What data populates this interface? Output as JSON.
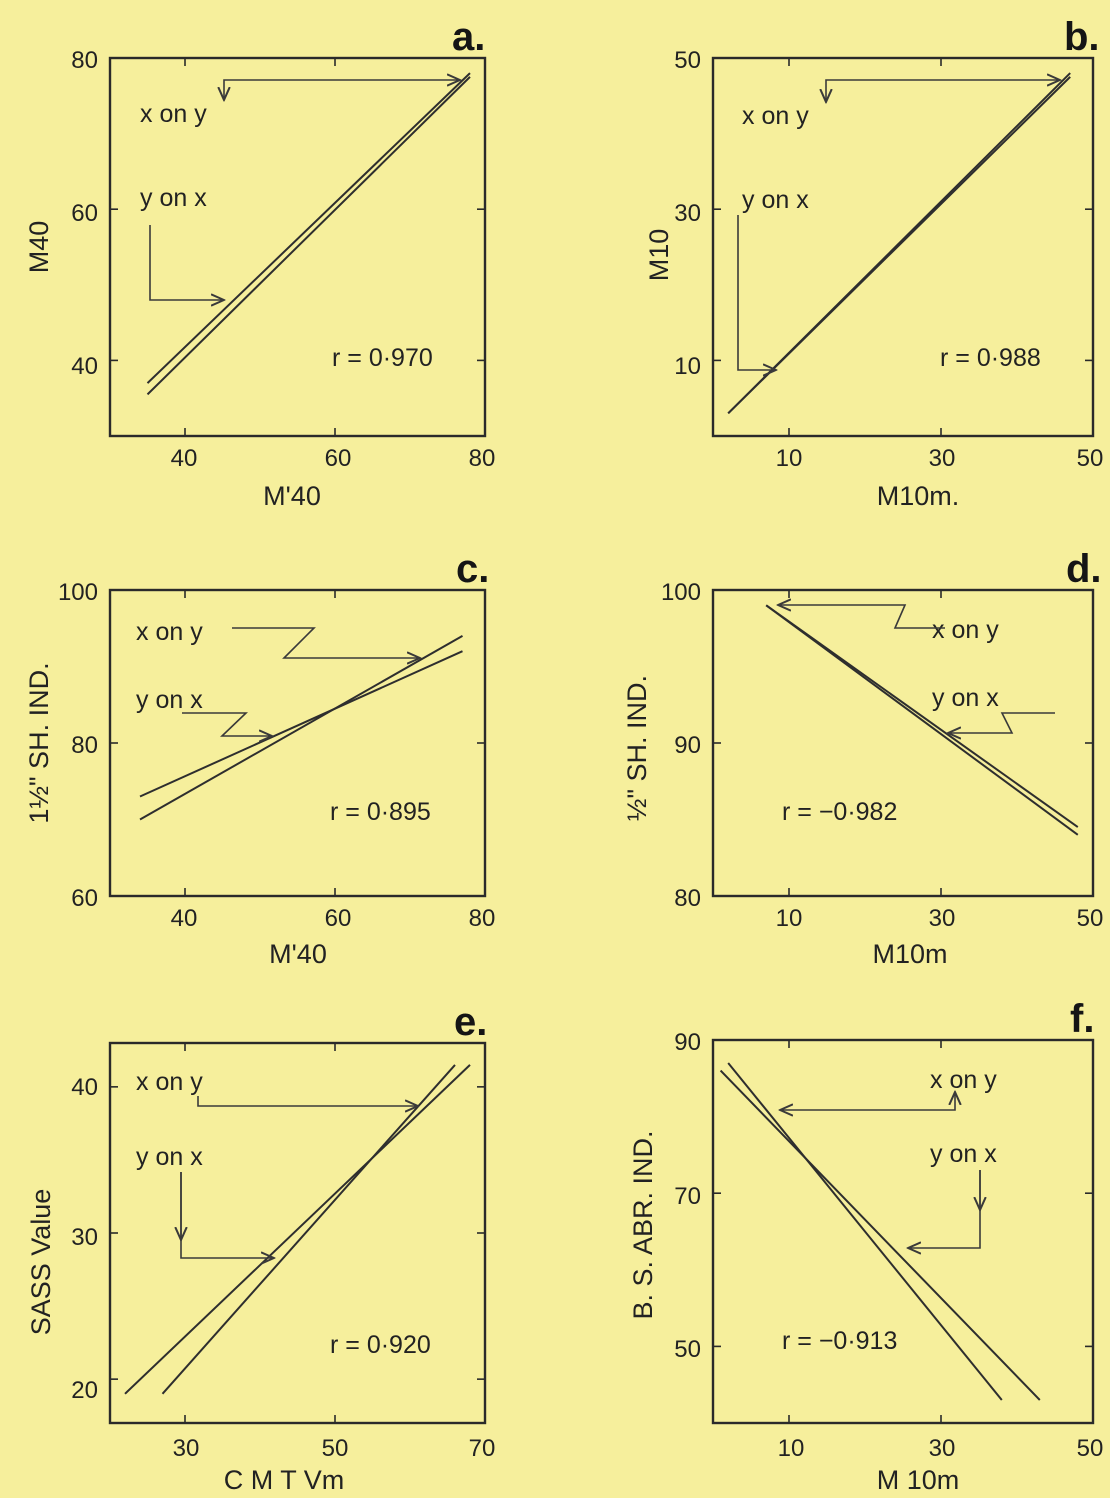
{
  "chart_data": [
    {
      "letter": "a.",
      "type": "line",
      "xlabel": "M'40",
      "ylabel": "M40",
      "xlim": [
        30,
        80
      ],
      "ylim": [
        30,
        80
      ],
      "xticks": [
        "40",
        "60",
        "80"
      ],
      "yticks": [
        "40",
        "60",
        "80"
      ],
      "xtick_values": [
        40,
        60,
        80
      ],
      "ytick_values": [
        40,
        60,
        80
      ],
      "series": [
        {
          "name": "x on y",
          "x": [
            35,
            78
          ],
          "y": [
            37,
            78
          ]
        },
        {
          "name": "y on x",
          "x": [
            35,
            78
          ],
          "y": [
            35.5,
            77.5
          ]
        }
      ],
      "annotations": {
        "x_on_y": "x on y",
        "y_on_x": "y on x",
        "r": "r = 0·970"
      }
    },
    {
      "letter": "b.",
      "type": "line",
      "xlabel": "M10m.",
      "ylabel": "M10",
      "xlim": [
        0,
        50
      ],
      "ylim": [
        0,
        50
      ],
      "xticks": [
        "10",
        "30",
        "50"
      ],
      "yticks": [
        "10",
        "30",
        "50"
      ],
      "xtick_values": [
        10,
        30,
        50
      ],
      "ytick_values": [
        10,
        30,
        50
      ],
      "series": [
        {
          "name": "x on y",
          "x": [
            2,
            47
          ],
          "y": [
            3,
            48
          ]
        },
        {
          "name": "y on x",
          "x": [
            2,
            47
          ],
          "y": [
            3,
            47.5
          ]
        }
      ],
      "annotations": {
        "x_on_y": "x on y",
        "y_on_x": "y on x",
        "r": "r = 0·988"
      }
    },
    {
      "letter": "c.",
      "type": "line",
      "xlabel": "M'40",
      "ylabel": "1½\" SH. IND.",
      "xlim": [
        30,
        80
      ],
      "ylim": [
        60,
        100
      ],
      "xticks": [
        "40",
        "60",
        "80"
      ],
      "yticks": [
        "60",
        "80",
        "100"
      ],
      "xtick_values": [
        40,
        60,
        80
      ],
      "ytick_values": [
        60,
        80,
        100
      ],
      "series": [
        {
          "name": "x on y",
          "x": [
            34,
            77
          ],
          "y": [
            70,
            94
          ]
        },
        {
          "name": "y on x",
          "x": [
            34,
            77
          ],
          "y": [
            73,
            92
          ]
        }
      ],
      "annotations": {
        "x_on_y": "x on y",
        "y_on_x": "y on x",
        "r": "r = 0·895"
      }
    },
    {
      "letter": "d.",
      "type": "line",
      "xlabel": "M10m",
      "ylabel": "½\" SH. IND.",
      "xlim": [
        0,
        50
      ],
      "ylim": [
        80,
        100
      ],
      "xticks": [
        "10",
        "30",
        "50"
      ],
      "yticks": [
        "80",
        "90",
        "100"
      ],
      "xtick_values": [
        10,
        30,
        50
      ],
      "ytick_values": [
        80,
        90,
        100
      ],
      "series": [
        {
          "name": "x on y",
          "x": [
            7,
            48
          ],
          "y": [
            99,
            84
          ]
        },
        {
          "name": "y on x",
          "x": [
            7,
            48
          ],
          "y": [
            99,
            84.5
          ]
        }
      ],
      "annotations": {
        "x_on_y": "x on y",
        "y_on_x": "y on x",
        "r": "r = −0·982"
      }
    },
    {
      "letter": "e.",
      "type": "line",
      "xlabel": "C M T Vm",
      "ylabel": "SASS Value",
      "xlim": [
        20,
        70
      ],
      "ylim": [
        17,
        43
      ],
      "xticks": [
        "30",
        "50",
        "70"
      ],
      "yticks": [
        "20",
        "30",
        "40"
      ],
      "xtick_values": [
        30,
        50,
        70
      ],
      "ytick_values": [
        20,
        30,
        40
      ],
      "series": [
        {
          "name": "x on y",
          "x": [
            27,
            66
          ],
          "y": [
            19,
            41.5
          ]
        },
        {
          "name": "y on x",
          "x": [
            22,
            68
          ],
          "y": [
            19,
            41.5
          ]
        }
      ],
      "annotations": {
        "x_on_y": "x on y",
        "y_on_x": "y on x",
        "r": "r = 0·920"
      }
    },
    {
      "letter": "f.",
      "type": "line",
      "xlabel": "M 10m",
      "ylabel": "B. S. ABR. IND.",
      "xlim": [
        0,
        50
      ],
      "ylim": [
        40,
        90
      ],
      "xticks": [
        "10",
        "30",
        "50"
      ],
      "yticks": [
        "50",
        "70",
        "90"
      ],
      "xtick_values": [
        10,
        30,
        50
      ],
      "ytick_values": [
        50,
        70,
        90
      ],
      "series": [
        {
          "name": "x on y",
          "x": [
            2,
            38
          ],
          "y": [
            87,
            43
          ]
        },
        {
          "name": "y on x",
          "x": [
            1,
            43
          ],
          "y": [
            86,
            43
          ]
        }
      ],
      "annotations": {
        "x_on_y": "x on y",
        "y_on_x": "y on x",
        "r": "r = −0·913"
      }
    }
  ]
}
